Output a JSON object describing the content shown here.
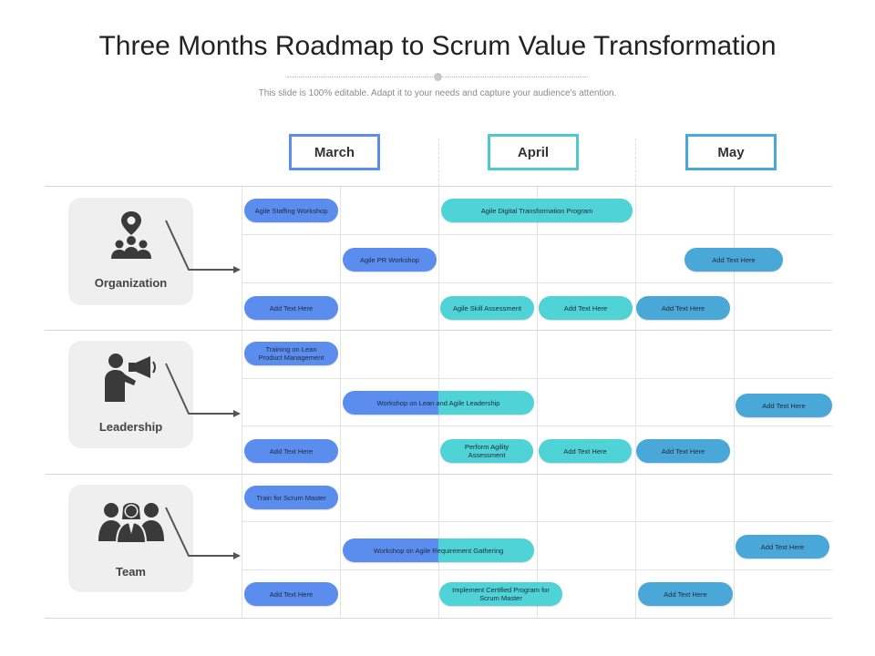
{
  "title": "Three Months Roadmap to Scrum Value Transformation",
  "subtitle": "This slide is 100% editable. Adapt it to your needs and capture your audience's attention.",
  "months": [
    "March",
    "April",
    "May"
  ],
  "colors": {
    "march": "#5b8def",
    "april": "#4fd3d6",
    "may": "#4aa8d8"
  },
  "categories": [
    {
      "label": "Organization",
      "icon": "location-pin-group-icon"
    },
    {
      "label": "Leadership",
      "icon": "megaphone-speaker-icon"
    },
    {
      "label": "Team",
      "icon": "team-people-icon"
    }
  ],
  "tasks": {
    "org": {
      "agile_staffing_workshop": "Agile Staffing Workshop",
      "agile_digital_transformation_program": "Agile Digital Transformation Program",
      "agile_pr_workshop": "Agile PR Workshop",
      "add_text_1": "Add Text Here",
      "add_text_2": "Add Text Here",
      "agile_skill_assessment": "Agile Skill Assessment",
      "add_text_3": "Add Text Here",
      "add_text_4": "Add Text Here"
    },
    "lead": {
      "training_lean_product": "Training on Lean Product Management",
      "workshop_lean_agile": "Workshop on Lean  and Agile Leadership",
      "add_text_1": "Add Text Here",
      "add_text_2": "Add Text Here",
      "perform_agility_assessment": "Perform Agility Assessment",
      "add_text_3": "Add Text Here",
      "add_text_4": "Add Text Here"
    },
    "team": {
      "train_scrum_master": "Train for Scrum Master",
      "workshop_agile_requirement": "Workshop on Agile Requirement Gathering",
      "add_text_1": "Add Text Here",
      "add_text_2": "Add Text Here",
      "implement_certified_program": "Implement Certified Program for Scrum Master",
      "add_text_3": "Add Text Here"
    }
  }
}
